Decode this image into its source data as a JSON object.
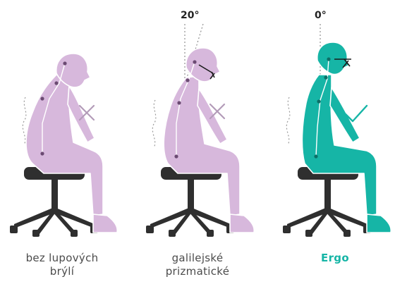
{
  "colors": {
    "figure_light": "#d7b8dc",
    "figure_outline": "#ffffff",
    "joint": "#6b4a72",
    "ergo": "#16b5a6",
    "ergo_joint": "#0d6f67",
    "stool": "#2f2f2f",
    "marks": "#b39bb8",
    "wavy": "#9a9a9a",
    "gaze": "#7a7a7a"
  },
  "icons": [
    "cross-icon",
    "cross-icon",
    "check-icon"
  ],
  "panels": [
    {
      "caption_lines": [
        "bez lupových",
        "brýlí"
      ],
      "angle_label": "",
      "mark": "cross"
    },
    {
      "caption_lines": [
        "galilejské",
        "prizmatické"
      ],
      "angle_label": "20°",
      "mark": "cross"
    },
    {
      "caption_lines": [
        "Ergo"
      ],
      "angle_label": "0°",
      "mark": "check"
    }
  ]
}
